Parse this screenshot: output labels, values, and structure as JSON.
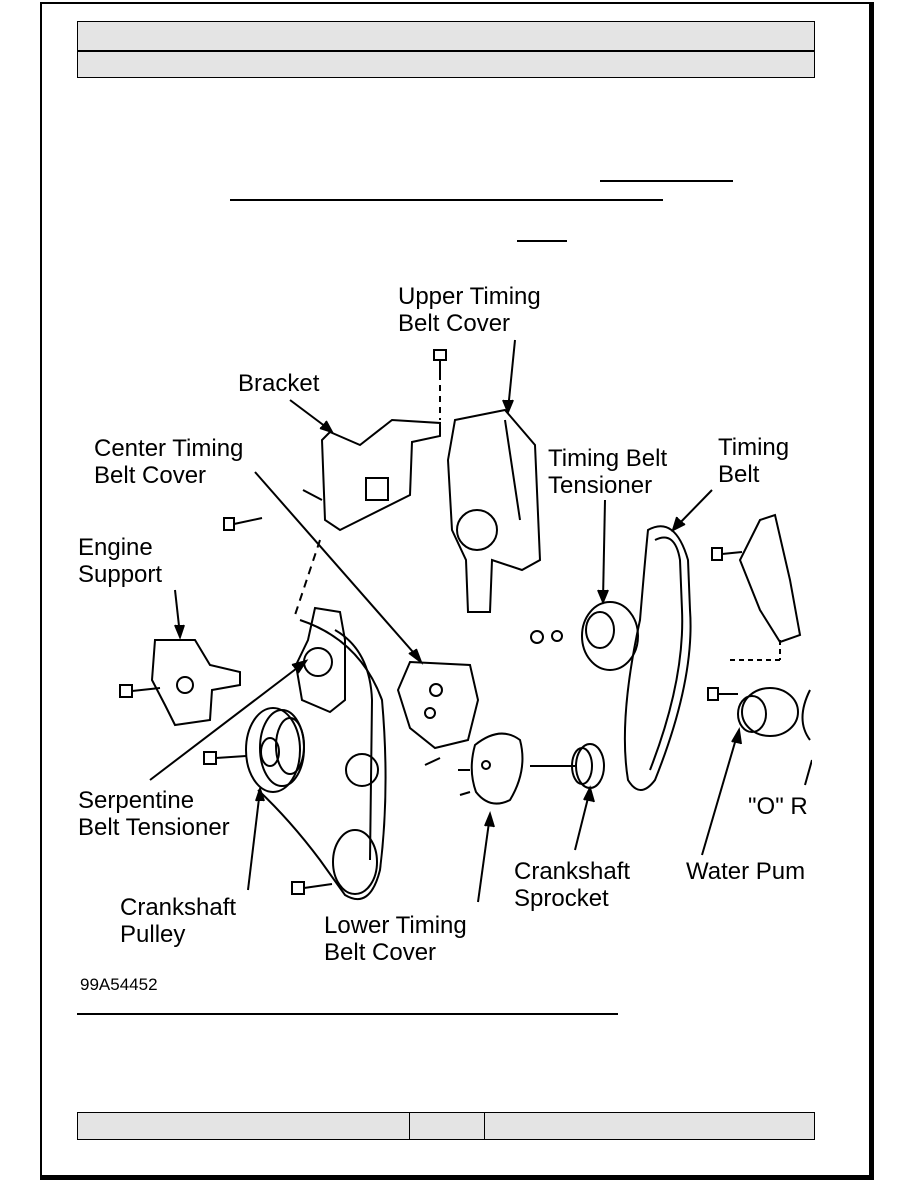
{
  "diagram": {
    "labels": {
      "upper_cover": [
        "Upper Timing",
        "Belt Cover"
      ],
      "bracket": [
        "Bracket"
      ],
      "center_cover": [
        "Center Timing",
        "Belt Cover"
      ],
      "belt_tensioner": [
        "Timing Belt",
        "Tensioner"
      ],
      "timing_belt": [
        "Timing",
        "Belt"
      ],
      "engine_support": [
        "Engine",
        "Support"
      ],
      "serpentine_tensioner": [
        "Serpentine",
        "Belt Tensioner"
      ],
      "o_ring": [
        "\"O\" R"
      ],
      "crank_sprocket": [
        "Crankshaft",
        "Sprocket"
      ],
      "water_pump": [
        "Water Pum"
      ],
      "crank_pulley": [
        "Crankshaft",
        "Pulley"
      ],
      "lower_cover": [
        "Lower Timing",
        "Belt Cover"
      ]
    },
    "figure_code": "99A54452"
  },
  "colors": {
    "ink": "#000000",
    "header_fill": "#e4e4e4",
    "page": "#ffffff"
  }
}
